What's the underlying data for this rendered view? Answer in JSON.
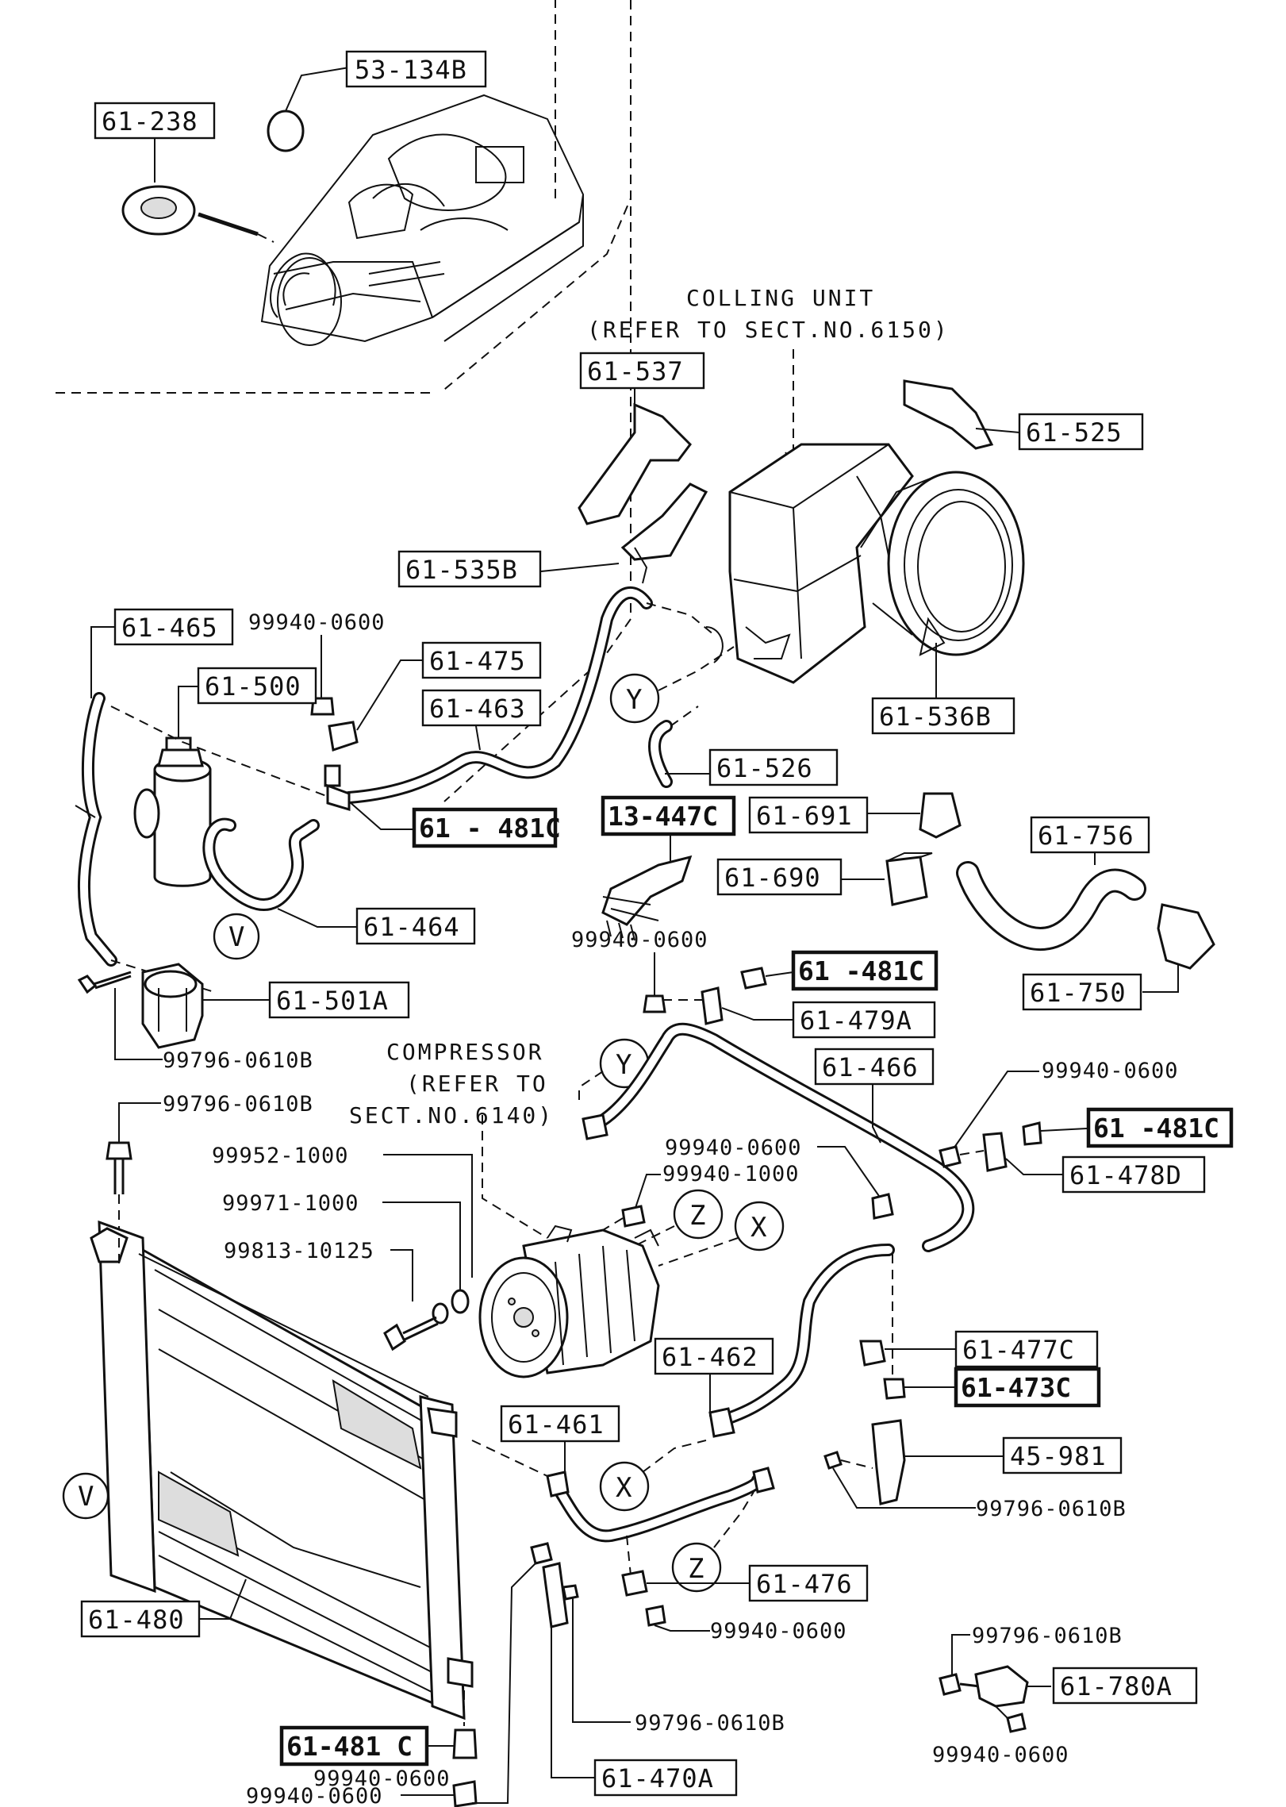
{
  "labels": {
    "p53_134B": "53-134B",
    "p61_238": "61-238",
    "p61_537": "61-537",
    "p61_525": "61-525",
    "p61_535B": "61-535B",
    "p61_465": "61-465",
    "p61_500": "61-500",
    "p61_475": "61-475",
    "p61_463": "61-463",
    "p61_536B": "61-536B",
    "p61_526": "61-526",
    "p61_481C_a": "61 - 481C",
    "p13_447C": "13-447C",
    "p61_691": "61-691",
    "p61_756": "61-756",
    "p61_690": "61-690",
    "p61_464": "61-464",
    "p61_481C_b": "61 -481C",
    "p61_501A": "61-501A",
    "p61_479A": "61-479A",
    "p61_750": "61-750",
    "p61_466": "61-466",
    "p61_481C_c": "61 -481C",
    "p61_478D": "61-478D",
    "p61_477C": "61-477C",
    "p61_462": "61-462",
    "p61_473C": "61-473C",
    "p61_461": "61-461",
    "p45_981": "45-981",
    "p61_476": "61-476",
    "p61_480": "61-480",
    "p61_780A": "61-780A",
    "p61_481C_d": "61-481 C",
    "p61_470A": "61-470A"
  },
  "numbers": {
    "n99940_0600_a": "99940-0600",
    "n99940_0600_b": "99940-0600",
    "n99796_0610B_a": "99796-0610B",
    "n99940_0600_c": "99940-0600",
    "n99796_0610B_b": "99796-0610B",
    "n99940_0600_d": "99940-0600",
    "n99952_1000": "99952-1000",
    "n99940_1000": "99940-1000",
    "n99971_1000": "99971-1000",
    "n99813_10125": "99813-10125",
    "n99796_0610B_c": "99796-0610B",
    "n99940_0600_e": "99940-0600",
    "n99796_0610B_d": "99796-0610B",
    "n99796_0610B_e": "99796-0610B",
    "n99940_0600_f": "99940-0600",
    "n99940_0600_g": "99940-0600",
    "n99940_0600_h": "99940-0600"
  },
  "notes": {
    "cooling_1": "COLLING UNIT",
    "cooling_2": "(REFER TO SECT.NO.6150)",
    "compressor_1": "COMPRESSOR",
    "compressor_2": "(REFER TO",
    "compressor_3": "SECT.NO.6140)"
  },
  "markers": {
    "v": "V",
    "y": "Y",
    "z": "Z",
    "x": "X"
  }
}
